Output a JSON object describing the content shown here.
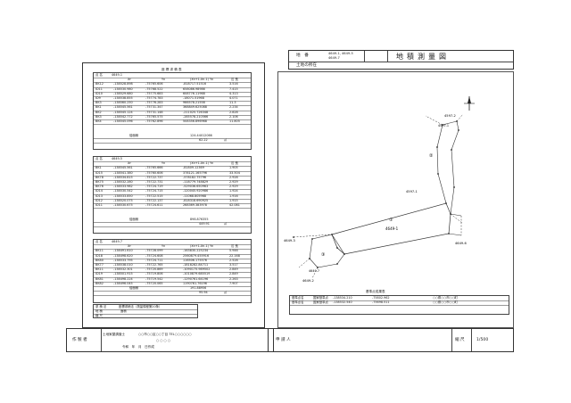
{
  "header": {
    "location_label": "地　番",
    "lot_numbers": [
      "4649-1, 4649-5",
      "4649-7"
    ],
    "doc_title": "地積測量図",
    "land_location_label": "土地の所在"
  },
  "coordinate_tables": {
    "section_title": "座 標 求 積 表",
    "columns": [
      "点 名",
      "Xn",
      "Yn",
      "(Xn+1-Xn-1) Yn",
      "辺 長"
    ],
    "groups": [
      {
        "lot": "4649-1",
        "rows": [
          [
            "BK12",
            "-138528.898",
            "-75765.606",
            "-818717.51516",
            "3.516"
          ],
          [
            "ID11",
            "-138530.980",
            "-75768.522",
            "658086.98986",
            "7.415"
          ],
          [
            "ID10",
            "-138529.680",
            "-75775.683",
            "608776.11968",
            "4.313"
          ],
          [
            "ID9",
            "-138538.855",
            "-75774.783",
            "-18071.51968",
            "4.071"
          ],
          [
            "BK3",
            "-138560.250",
            "-75776.283",
            "966578.21558",
            "11.3"
          ],
          [
            "BK1",
            "-138545.561",
            "-75731.347",
            "368849.625088",
            "2.234"
          ],
          [
            "BK2",
            "-138545.124",
            "-75731.148",
            "-211025.726348",
            "2.828"
          ],
          [
            "BK3",
            "-138542.772",
            "-75765.575",
            "-285578.210566",
            "2.106"
          ],
          [
            "BK4",
            "-138545.096",
            "-75762.896",
            "508356.896968",
            "11.805"
          ]
        ],
        "total_label": "倍面積",
        "double_area": "124.44012066",
        "area": "62.22",
        "unit": "㎡"
      },
      {
        "lot": "4649-5",
        "rows": [
          [
            "BK1",
            "-138545.561",
            "-75765.666",
            "-81809.12369",
            "1.905"
          ],
          [
            "ID15",
            "-138541.380",
            "-75760.606",
            "378121.165796",
            "33.504"
          ],
          [
            "BK78",
            "-138534.815",
            "-75722.737",
            "-578182.75796",
            "2.928"
          ],
          [
            "BK75",
            "-138532.280",
            "-75722.731",
            "-118779.748829",
            "2.929"
          ],
          [
            "BK76",
            "-138533.982",
            "-75724.719",
            "-529036.650963",
            "2.929"
          ],
          [
            "ID14",
            "-138530.542",
            "-75724.715",
            "-120045.920986",
            "1.924"
          ],
          [
            "ID13",
            "-138533.850",
            "-75722.515",
            "-11068.805968",
            "1.916"
          ],
          [
            "ID12",
            "-138520.075",
            "-75722.137",
            "-818318.690925",
            "1.915"
          ],
          [
            "ID11",
            "-138530.675",
            "-75724.611",
            "268369.383978",
            "42.081"
          ]
        ],
        "total_label": "倍面積",
        "double_area": "898.876355",
        "area": "449.91",
        "unit": "㎡"
      },
      {
        "lot": "4649-7",
        "rows": [
          [
            "BK11",
            "-138491.610",
            "-75728.099",
            "-163830.225234",
            "5.946"
          ],
          [
            "ID18",
            "-138498.620",
            "-75724.608",
            "2560879.455916",
            "22.168"
          ],
          [
            "BK80",
            "-138533.795",
            "-75724.711",
            "116506.175576",
            "2.528"
          ],
          [
            "BK77",
            "-138538.010",
            "-75722.765",
            "-1818282.84711",
            "3.517"
          ],
          [
            "BK11",
            "-138532.301",
            "-75720.869",
            "-1090175.989502",
            "2.849"
          ],
          [
            "ID19",
            "-138501.915",
            "-75719.806",
            "-1010879.685519",
            "2.849"
          ],
          [
            "BK81",
            "-138498.224",
            "-75719.542",
            "-1290761.64196",
            "2.263"
          ],
          [
            "BK82",
            "-138496.045",
            "-75720.065",
            "1190761.76196",
            "7.907"
          ]
        ],
        "total_label": "倍面積",
        "double_area": "191.88956",
        "area": "95.94",
        "unit": "㎡"
      }
    ],
    "footer": {
      "method_label": "求 積 法",
      "method_value": "座標求積法（測量規程第20条）",
      "area_label": "地 積",
      "area_value": "面積",
      "scale_label": "縮 尺"
    }
  },
  "drawing": {
    "lot_labels": {
      "main": "4649-1",
      "sub5": "4649-5",
      "sub7": "4649-7",
      "north": "4597-2",
      "left1": "4649-3",
      "left2": "4649-2",
      "right": "4649-6",
      "top_right": "4597-1",
      "mid": "4597-1"
    },
    "circle_marks": [
      "①",
      "②",
      "③"
    ]
  },
  "reference_table": {
    "title": "基準点成果表",
    "rows": [
      [
        "基準点名",
        "国家基準点",
        "-138534.210",
        "-75802.962",
        "○○県○○市○○町"
      ],
      [
        "基準点名",
        "国家基準点",
        "-138532.540",
        "-75698.511",
        "○○県○○市○○町"
      ]
    ]
  },
  "footer": {
    "author_label": "作 製 者",
    "author_role": "土地家屋調査士",
    "author_address": "○○市○○区○○丁目 TEL○○○○○○",
    "author_name": "○ ○ ○ ○",
    "date": "令和　年　月　日作成",
    "applicant_label": "申 請 人",
    "scale_label": "縮 尺",
    "scale_value": "1/500"
  }
}
